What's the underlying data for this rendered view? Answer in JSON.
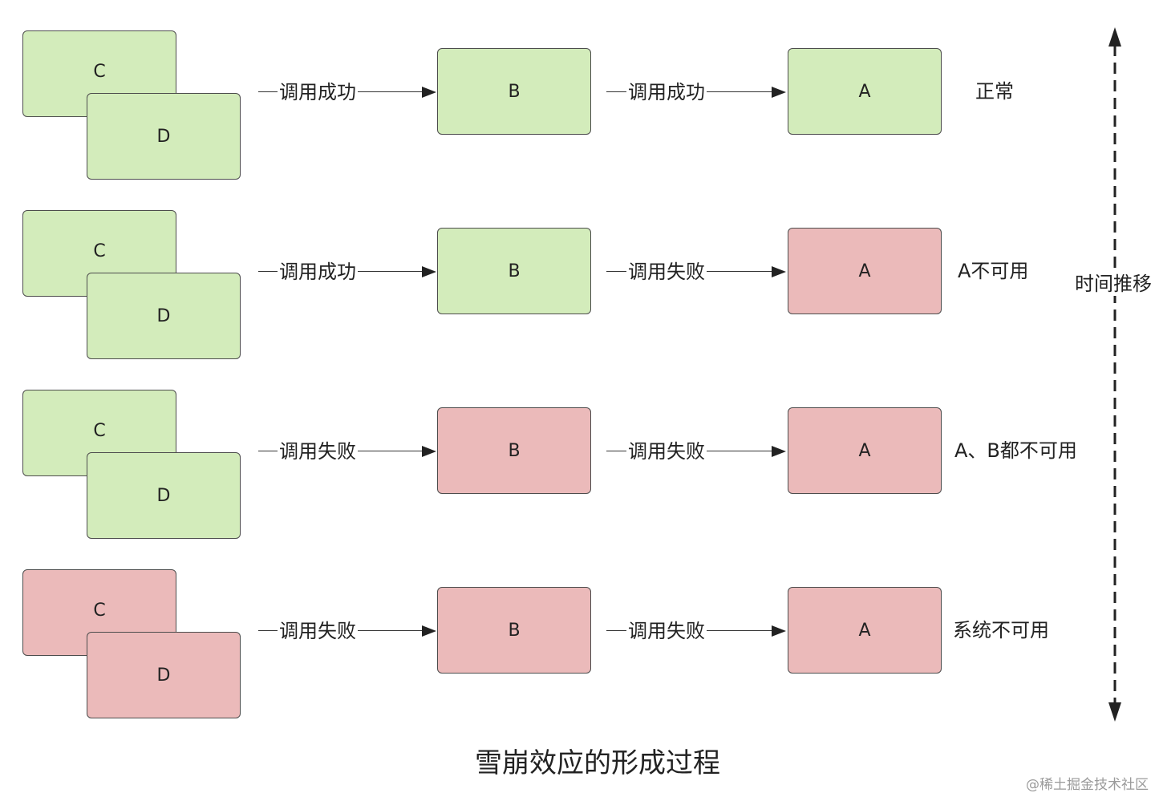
{
  "diagram": {
    "caption": "雪崩效应的形成过程",
    "time_axis_label": "时间推移",
    "watermark": "@稀土掘金技术社区",
    "colors": {
      "healthy": "#d3ecbb",
      "failed": "#ebbaba",
      "border": "#4d4d4d"
    },
    "rows": [
      {
        "status": "正常",
        "nodes": {
          "C": "C",
          "D": "D",
          "B": "B",
          "A": "A"
        },
        "health": {
          "C": "ok",
          "D": "ok",
          "B": "ok",
          "A": "ok"
        },
        "edge_left": "调用成功",
        "edge_right": "调用成功"
      },
      {
        "status": "A不可用",
        "nodes": {
          "C": "C",
          "D": "D",
          "B": "B",
          "A": "A"
        },
        "health": {
          "C": "ok",
          "D": "ok",
          "B": "ok",
          "A": "fail"
        },
        "edge_left": "调用成功",
        "edge_right": "调用失败"
      },
      {
        "status": "A、B都不可用",
        "nodes": {
          "C": "C",
          "D": "D",
          "B": "B",
          "A": "A"
        },
        "health": {
          "C": "ok",
          "D": "ok",
          "B": "fail",
          "A": "fail"
        },
        "edge_left": "调用失败",
        "edge_right": "调用失败"
      },
      {
        "status": "系统不可用",
        "nodes": {
          "C": "C",
          "D": "D",
          "B": "B",
          "A": "A"
        },
        "health": {
          "C": "fail",
          "D": "fail",
          "B": "fail",
          "A": "fail"
        },
        "edge_left": "调用失败",
        "edge_right": "调用失败"
      }
    ]
  }
}
